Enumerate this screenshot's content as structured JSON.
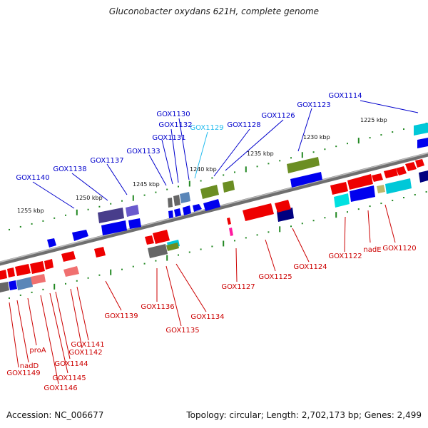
{
  "title": "Gluconobacter oxydans 621H, complete genome",
  "footer": {
    "accession": "Accession: NC_006677",
    "topology": "Topology: circular; Length: 2,702,173 bp; Genes: 2,499"
  },
  "scale": {
    "kbp_labels": [
      "1225 kbp",
      "1230 kbp",
      "1235 kbp",
      "1240 kbp",
      "1245 kbp",
      "1250 kbp",
      "1255 kbp"
    ]
  },
  "colors": {
    "forward_label": "#0000cc",
    "reverse_label": "#cc0000",
    "highlight_label": "#22bbee",
    "backbone": "#8a8a8a",
    "tick": "#228822"
  },
  "genes_top": [
    {
      "name": "GOX1114",
      "color": "#0000cc"
    },
    {
      "name": "GOX1123",
      "color": "#0000cc"
    },
    {
      "name": "GOX1126",
      "color": "#0000cc"
    },
    {
      "name": "GOX1128",
      "color": "#0000cc"
    },
    {
      "name": "GOX1129",
      "color": "#22bbee"
    },
    {
      "name": "GOX1130",
      "color": "#0000cc"
    },
    {
      "name": "GOX1132",
      "color": "#0000cc"
    },
    {
      "name": "GOX1131",
      "color": "#0000cc"
    },
    {
      "name": "GOX1133",
      "color": "#0000cc"
    },
    {
      "name": "GOX1137",
      "color": "#0000cc"
    },
    {
      "name": "GOX1138",
      "color": "#0000cc"
    },
    {
      "name": "GOX1140",
      "color": "#0000cc"
    }
  ],
  "genes_bottom": [
    {
      "name": "GOX1120"
    },
    {
      "name": "nadE"
    },
    {
      "name": "GOX1122"
    },
    {
      "name": "GOX1124"
    },
    {
      "name": "GOX1125"
    },
    {
      "name": "GOX1127"
    },
    {
      "name": "GOX1134"
    },
    {
      "name": "GOX1135"
    },
    {
      "name": "GOX1136"
    },
    {
      "name": "GOX1139"
    },
    {
      "name": "GOX1141"
    },
    {
      "name": "GOX1142"
    },
    {
      "name": "GOX1144"
    },
    {
      "name": "GOX1145"
    },
    {
      "name": "GOX1146"
    },
    {
      "name": "proA"
    },
    {
      "name": "nadD"
    },
    {
      "name": "GOX1149"
    }
  ]
}
